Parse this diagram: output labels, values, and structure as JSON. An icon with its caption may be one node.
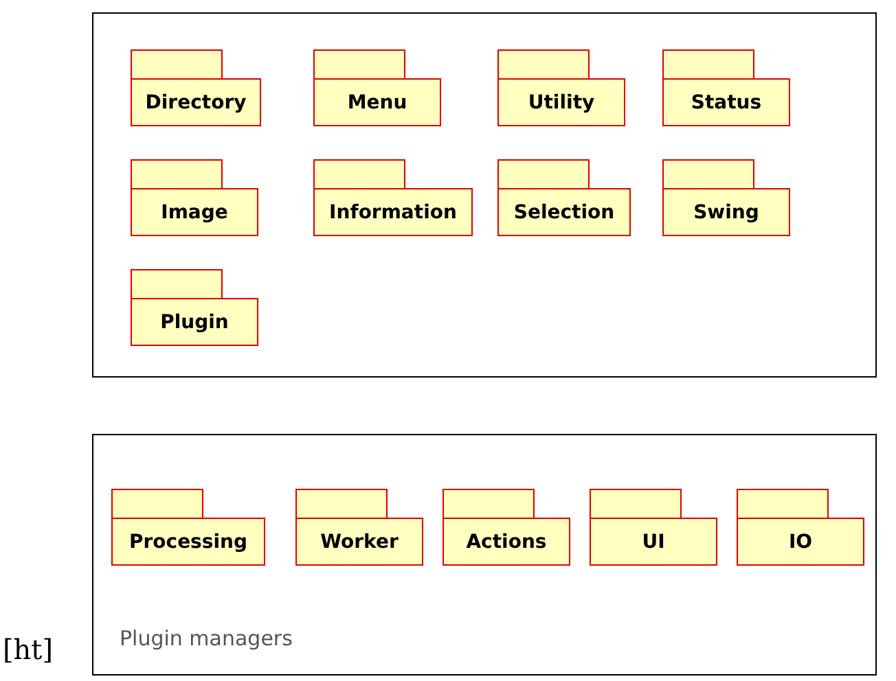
{
  "diagram": {
    "nodes": [
      {
        "text": [],
        "shape": "box"
      },
      {
        "text": [
          "Directory"
        ],
        "in": 0
      },
      {
        "text": [
          "Menu"
        ],
        "in": 0
      },
      {
        "text": [
          "Utility"
        ],
        "in": 0
      },
      {
        "text": [
          "Status"
        ],
        "in": 0
      },
      {
        "text": [
          "Image"
        ],
        "in": 0
      },
      {
        "text": [
          "Information"
        ],
        "in": 0
      },
      {
        "text": [
          "Selection"
        ],
        "in": 0
      },
      {
        "text": [
          "Swing"
        ],
        "in": 0
      },
      {
        "text": [
          "Plugin"
        ],
        "in": 0
      },
      {
        "text": [
          "Plugin managers"
        ]
      },
      {
        "text": [
          "Processing"
        ],
        "in": 10
      },
      {
        "text": [
          "Worker"
        ],
        "in": 10
      },
      {
        "text": [
          "Actions"
        ],
        "in": 10
      },
      {
        "text": [
          "UI"
        ],
        "in": 10
      },
      {
        "text": [
          "IO"
        ],
        "in": 10
      }
    ],
    "labels": [
      "[ht]"
    ]
  }
}
